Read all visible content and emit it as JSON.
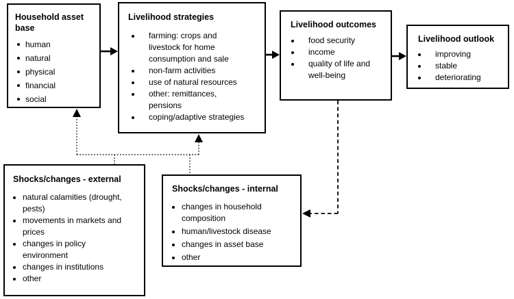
{
  "diagram": {
    "colors": {
      "line": "#000000",
      "background": "#ffffff",
      "box_background": "#ffffff",
      "text": "#000000"
    },
    "boxes": {
      "asset_base": {
        "title": "Household asset base",
        "items": [
          "human",
          "natural",
          "physical",
          "financial",
          "social"
        ]
      },
      "strategies": {
        "title": "Livelihood strategies",
        "items": [
          "farming: crops and\nlivestock for home\nconsumption and sale",
          "non-farm activities",
          "use of natural resources",
          "other: remittances,\npensions",
          "coping/adaptive strategies"
        ]
      },
      "outcomes": {
        "title": "Livelihood outcomes",
        "items": [
          "food security",
          "income",
          "quality of life and\nwell-being"
        ]
      },
      "outlook": {
        "title": "Livelihood outlook",
        "items": [
          "improving",
          "stable",
          "deteriorating"
        ]
      },
      "shocks_external": {
        "title": "Shocks/changes - external",
        "items": [
          "natural calamities (drought,\npests)",
          "movements in markets and\nprices",
          "changes in policy\nenvironment",
          "changes in institutions",
          "other"
        ]
      },
      "shocks_internal": {
        "title": "Shocks/changes - internal",
        "items": [
          "changes in household\ncomposition",
          "human/livestock disease",
          "changes in asset base",
          "other"
        ]
      }
    },
    "connections": [
      {
        "from": "asset_base",
        "to": "strategies",
        "style": "solid"
      },
      {
        "from": "strategies",
        "to": "outcomes",
        "style": "solid"
      },
      {
        "from": "outcomes",
        "to": "outlook",
        "style": "solid"
      },
      {
        "from": "shocks_external",
        "to": "asset_base",
        "style": "dotted"
      },
      {
        "from": "shocks_external",
        "to": "strategies",
        "style": "dotted"
      },
      {
        "from": "shocks_internal",
        "to": "asset_base",
        "style": "dotted"
      },
      {
        "from": "shocks_internal",
        "to": "strategies",
        "style": "dotted"
      },
      {
        "from": "outcomes",
        "to": "shocks_internal",
        "style": "dashed"
      }
    ]
  }
}
